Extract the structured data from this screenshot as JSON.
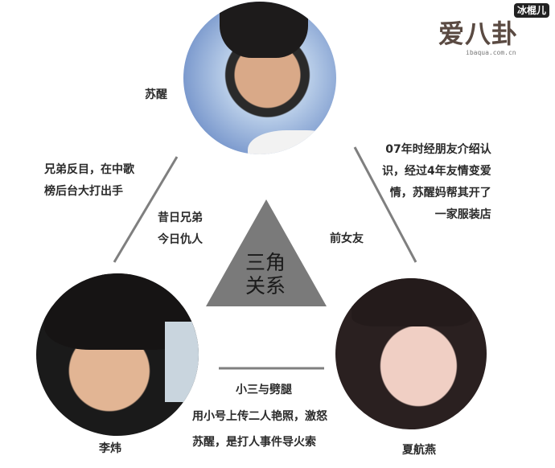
{
  "logo": {
    "text": "爱八卦",
    "tag": "冰棍儿",
    "url": "ibaqua.com.cn"
  },
  "center": {
    "line1": "三角",
    "line2": "关系"
  },
  "people": {
    "top": "苏醒",
    "left": "李炜",
    "right": "夏航燕"
  },
  "relations": {
    "left_outer": [
      "兄弟反目，在中歌",
      "榜后台大打出手"
    ],
    "left_inner": [
      "昔日兄弟",
      "今日仇人"
    ],
    "right_outer": [
      "07年时经朋友介绍认",
      "识，经过4年友情变爱",
      "情，苏醒妈帮其开了",
      "一家服装店"
    ],
    "right_inner": "前女友",
    "bottom_title": "小三与劈腿",
    "bottom_text": [
      "用小号上传二人艳照，激怒",
      "苏醒，是打人事件导火索"
    ]
  },
  "colors": {
    "triangle": "#7a7a7a",
    "lines": "#7f7f7f"
  }
}
